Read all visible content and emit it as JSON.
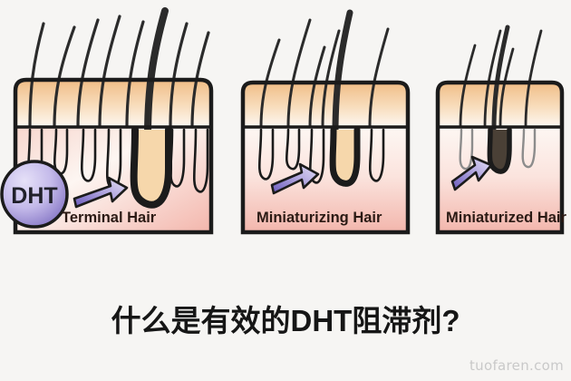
{
  "background_color": "#f6f5f3",
  "caption": {
    "text": "什么是有效的DHT阻滞剂?",
    "color": "#161616"
  },
  "watermark": {
    "text": "tuofaren.com",
    "color": "#c9c9c9"
  },
  "colors": {
    "epidermis_top": "#f2c491",
    "epidermis_bottom": "#fdf6ee",
    "dermis_top": "#fdf4f0",
    "dermis_bottom": "#f3b7ae",
    "outline": "#1b1b1b",
    "hair_dark": "#2b2b2b",
    "hair_light": "#9a9a9a",
    "follicle_fill": "#f6d7ab",
    "dht_circle_light": "#d9d2f2",
    "dht_circle_dark": "#8d7fcc",
    "arrow_tail": "#6f5fc0",
    "arrow_tip": "#ded9f5"
  },
  "diagram": {
    "title_semantic": "dht-hair-miniaturization-stages",
    "panels": [
      {
        "id": "panel-terminal",
        "label": "Terminal Hair",
        "stage": 1,
        "has_dht_badge": true,
        "dht_badge_text": "DHT",
        "has_arrow": true,
        "follicle_size": "large",
        "surface_hairs": 8
      },
      {
        "id": "panel-miniaturizing",
        "label": "Miniaturizing Hair",
        "stage": 2,
        "has_dht_badge": false,
        "has_arrow": true,
        "follicle_size": "medium",
        "surface_hairs": 5
      },
      {
        "id": "panel-miniaturized",
        "label": "Miniaturized Hair",
        "stage": 3,
        "has_dht_badge": false,
        "has_arrow": true,
        "follicle_size": "small",
        "surface_hairs": 4
      }
    ]
  }
}
